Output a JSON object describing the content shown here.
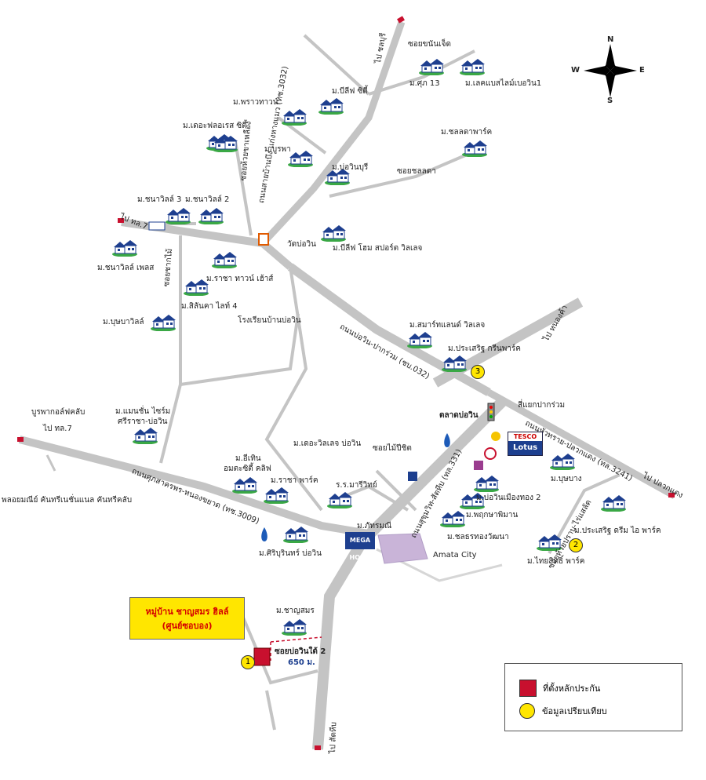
{
  "compass": {
    "n": "N",
    "s": "S",
    "e": "E",
    "w": "W"
  },
  "labels": {
    "soi_khon_chet": "ซอยขนันเจ็ด",
    "m_srisuk3": "ม.ศุภ 13",
    "m_lake_village": "ม.เลคแบสไลม์เบอวิน1",
    "m_phraowtown": "ม.พราวทาวน์",
    "m_bless_city": "ม.บีลีฟ ซิตี้",
    "m_floral_city": "ม.เดอะฟลอเรส ซิตี้",
    "m_ruppha": "ม.บูรพา",
    "m_bowin_buri": "ม.บ่อวินบุรี",
    "m_chonlada_park": "ม.ชลลดาพาร์ค",
    "soi_chonlada": "ซอยชลลดา",
    "m_thanawit3": "ม.ชนาวิลล์ 3",
    "m_thanawit2": "ม.ชนาวิลล์ 2",
    "to_route7_top": "ไป ทล.7",
    "wat_bowin": "วัดบ่อวิน",
    "m_bless_home": "ม.บีลีฟ โฮม สปอร์ต วิลเลจ",
    "m_thanawit_pro": "ม.ชนาวิลล์ เพลส",
    "m_rajatown": "ม.ราชา ทาวน์ เฮ้าส์",
    "m_sathinka": "ม.สิลันคา ไลท์ 4",
    "school_bowin": "โรงเรียนบ้านบ่อวิน",
    "m_buppha": "ม.บุษบาวิลล์",
    "m_smart_home": "ม.สมาร์ทแลนด์ วิลเลจ",
    "m_prasitsorn_green": "ม.ประเสริฐ กรีนพาร์ค",
    "market_bowin": "ตลาดบ่อวิน",
    "intersection": "สี่แยกปากร่วม",
    "m_mansion_park": "ม.แมนชั่น ไซร์ม",
    "m_mansion_park2": "ศรีราชา-บ่อวิน",
    "golf": "บูรพากอล์ฟคลับ",
    "to_route7_left": "ไป ทล.7",
    "m_eastern": "ม.อีเทิน",
    "m_eastern2": "อมตะซิตี้ คลิฟ",
    "m_the_castle": "ม.เดอะวิลเลจ บ่อวิน",
    "soi_maibichit": "ซอยไม้ปีชิต",
    "m_raja_park": "ม.ราชา พาร์ค",
    "school_mari": "ร.ร.มารีวิทย์",
    "m_patthamanee": "ม.ภัทรมณี",
    "m_bowin_mueang2": "ม.บ่อวินเมืองทอง 2",
    "m_phrueksa": "ม.พฤกษาพิมาน",
    "m_chonthong": "ม.ชลธรทองวัฒนา",
    "m_bussaba_v": "ม.บุษบาง",
    "soi_huaipong": "ซอยห้วยปราบ-ไร่แสลัด",
    "m_prasitsorn_ds": "ม.ประเสริฐ ดรีม ไอ พาร์ค",
    "m_thaisit": "ม.ไทยสิทธิ์ พาร์ค",
    "m_siwinporn": "ม.ศิริบุรินทร์ บ่อวิน",
    "amata_city": "Amata City",
    "resort": "พลอยมณีย์ คันทรีเนชั่นแนล คันทรีคลับ",
    "m_chaosamorn": "ม.ชาญสมร",
    "soi_bowin2": "ซอยบ่อวินใต้ 2",
    "distance": "650 ม.",
    "to_south": "ไป สัตหีบ",
    "to_north": "ไป ชลบุรี",
    "to_nongkhla": "ไป หนองค้า",
    "to_pluak_daeng": "ไป ปลวกแดง",
    "road_331": "ถนนสุขุมวิท-สัตหีบ (ทล.331)",
    "road_3241": "ถนนหัวทราย-ปลวกแดง (ทล.3241)",
    "road_3009": "ถนนศุภสาครพร-หนองขยาด (ทช.3009)",
    "road_3032": "ถนนสายบ้านบึง-แก่งหางแมว (ทช.3032)",
    "road_bowin_right": "ถนนบ่อวิน-ปากร่วม (ชบ.032)",
    "soi_khaew": "ซอยห้วยขาเหลือง",
    "soi_left": "ซอยชากไม้"
  },
  "callout": {
    "line1": "หมู่บ้าน ชาญสมร ฮิลล์",
    "line2": "(ศูนย์ซอบอง)"
  },
  "tesco": {
    "top": "TESCO",
    "bottom": "Lotus"
  },
  "mega": {
    "text": "MEGA HOME"
  },
  "markers": {
    "subject": "1",
    "comp2": "2",
    "comp3": "3"
  },
  "legend": {
    "subject_label": "ที่ตั้งหลักประกัน",
    "comparable_label": "ข้อมูลเปรียบเทียบ"
  },
  "colors": {
    "road": "#c4c4c4",
    "house_roof": "#1e3f8f",
    "lawn": "#3aa845",
    "subject": "#c8102e",
    "comparable": "#ffe600",
    "amata": "#c9b4d8"
  }
}
